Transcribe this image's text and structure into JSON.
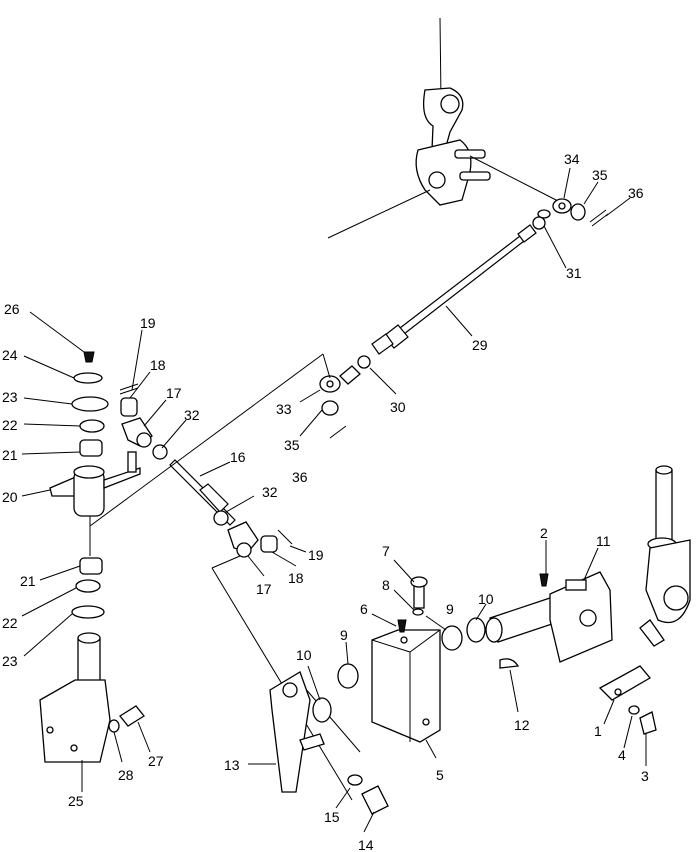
{
  "diagram": {
    "callouts": [
      {
        "id": "c1",
        "text": "1"
      },
      {
        "id": "c2",
        "text": "2"
      },
      {
        "id": "c3",
        "text": "3"
      },
      {
        "id": "c4",
        "text": "4"
      },
      {
        "id": "c5",
        "text": "5"
      },
      {
        "id": "c6",
        "text": "6"
      },
      {
        "id": "c7",
        "text": "7"
      },
      {
        "id": "c8",
        "text": "8"
      },
      {
        "id": "c9a",
        "text": "9"
      },
      {
        "id": "c9b",
        "text": "9"
      },
      {
        "id": "c10a",
        "text": "10"
      },
      {
        "id": "c10b",
        "text": "10"
      },
      {
        "id": "c11",
        "text": "11"
      },
      {
        "id": "c12",
        "text": "12"
      },
      {
        "id": "c13",
        "text": "13"
      },
      {
        "id": "c14",
        "text": "14"
      },
      {
        "id": "c15",
        "text": "15"
      },
      {
        "id": "c16",
        "text": "16"
      },
      {
        "id": "c17a",
        "text": "17"
      },
      {
        "id": "c17b",
        "text": "17"
      },
      {
        "id": "c18a",
        "text": "18"
      },
      {
        "id": "c18b",
        "text": "18"
      },
      {
        "id": "c19a",
        "text": "19"
      },
      {
        "id": "c19b",
        "text": "19"
      },
      {
        "id": "c20",
        "text": "20"
      },
      {
        "id": "c21a",
        "text": "21"
      },
      {
        "id": "c21b",
        "text": "21"
      },
      {
        "id": "c22a",
        "text": "22"
      },
      {
        "id": "c22b",
        "text": "22"
      },
      {
        "id": "c23a",
        "text": "23"
      },
      {
        "id": "c23b",
        "text": "23"
      },
      {
        "id": "c24",
        "text": "24"
      },
      {
        "id": "c25",
        "text": "25"
      },
      {
        "id": "c26",
        "text": "26"
      },
      {
        "id": "c27",
        "text": "27"
      },
      {
        "id": "c28",
        "text": "28"
      },
      {
        "id": "c29",
        "text": "29"
      },
      {
        "id": "c30",
        "text": "30"
      },
      {
        "id": "c31",
        "text": "31"
      },
      {
        "id": "c32a",
        "text": "32"
      },
      {
        "id": "c32b",
        "text": "32"
      },
      {
        "id": "c33",
        "text": "33"
      },
      {
        "id": "c34",
        "text": "34"
      },
      {
        "id": "c35a",
        "text": "35"
      },
      {
        "id": "c35b",
        "text": "35"
      },
      {
        "id": "c36a",
        "text": "36"
      },
      {
        "id": "c36b",
        "text": "36"
      }
    ]
  }
}
